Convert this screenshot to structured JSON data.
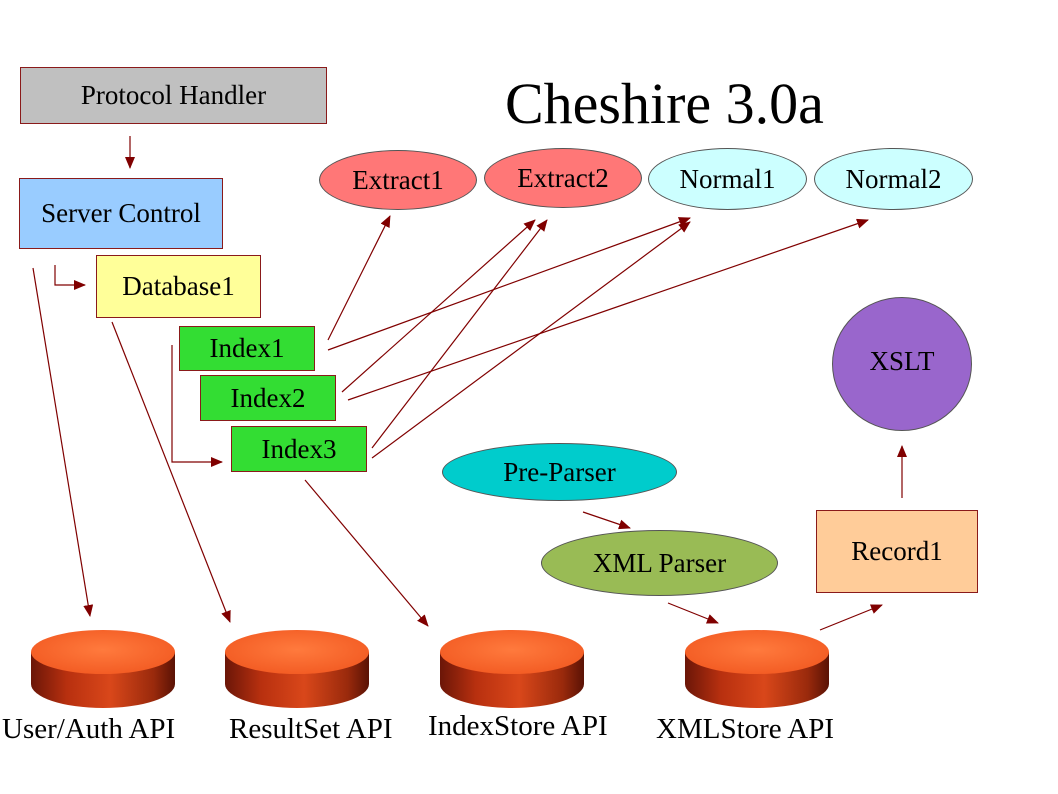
{
  "title": "Cheshire 3.0a",
  "boxes": {
    "protocol_handler": "Protocol Handler",
    "server_control": "Server Control",
    "database1": "Database1",
    "index1": "Index1",
    "index2": "Index2",
    "index3": "Index3",
    "record1": "Record1"
  },
  "ellipses": {
    "extract1": "Extract1",
    "extract2": "Extract2",
    "normal1": "Normal1",
    "normal2": "Normal2",
    "pre_parser": "Pre-Parser",
    "xml_parser": "XML Parser",
    "xslt": "XSLT"
  },
  "stores": {
    "user_auth": "User/Auth API",
    "resultset": "ResultSet API",
    "indexstore": "IndexStore API",
    "xmlstore": "XMLStore API"
  },
  "colors": {
    "protocol_handler": "#c0c0c0",
    "server_control": "#99ccff",
    "database1": "#ffff99",
    "index": "#33dd33",
    "record1": "#ffcc99",
    "extract": "#ff7777",
    "normal": "#ccffff",
    "pre_parser": "#00cccc",
    "xml_parser": "#99bb55",
    "xslt": "#9966cc",
    "store": "#ff6633",
    "arrow": "#800000"
  }
}
